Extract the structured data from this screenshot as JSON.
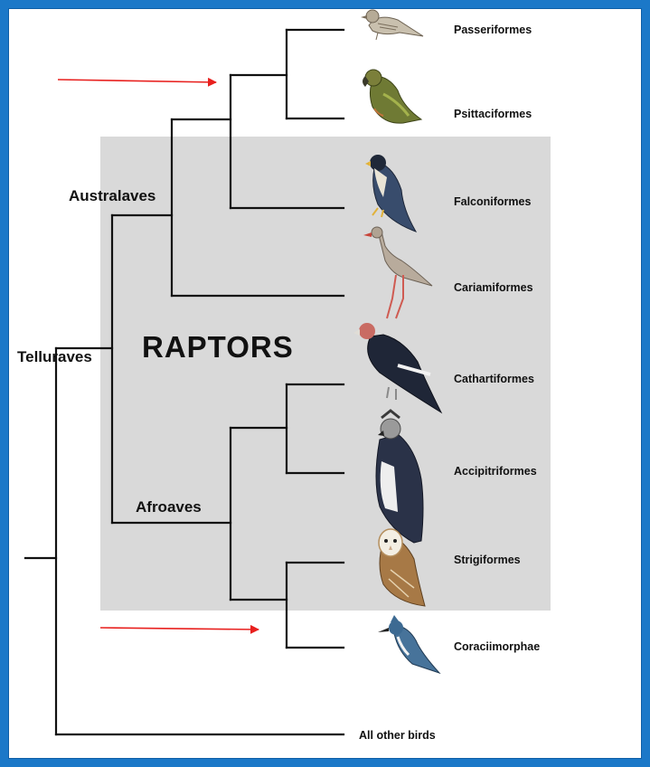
{
  "diagram": {
    "highlight_label": "RAPTORS",
    "clades": {
      "telluraves": "Telluraves",
      "australaves": "Australaves",
      "afroaves": "Afroaves"
    },
    "orders": [
      {
        "label": "Passeriformes",
        "icon": "sparrow-icon"
      },
      {
        "label": "Psittaciformes",
        "icon": "kea-parrot-icon"
      },
      {
        "label": "Falconiformes",
        "icon": "falcon-icon"
      },
      {
        "label": "Cariamiformes",
        "icon": "seriema-icon"
      },
      {
        "label": "Cathartiformes",
        "icon": "condor-icon"
      },
      {
        "label": "Accipitriformes",
        "icon": "harpy-eagle-icon"
      },
      {
        "label": "Strigiformes",
        "icon": "barn-owl-icon"
      },
      {
        "label": "Coraciimorphae",
        "icon": "kingfisher-icon"
      }
    ],
    "outgroup": "All other birds",
    "colors": {
      "raptor_box": "#d9d9d9",
      "arrow": "#e8201e",
      "frame": "#1b78c8"
    }
  }
}
